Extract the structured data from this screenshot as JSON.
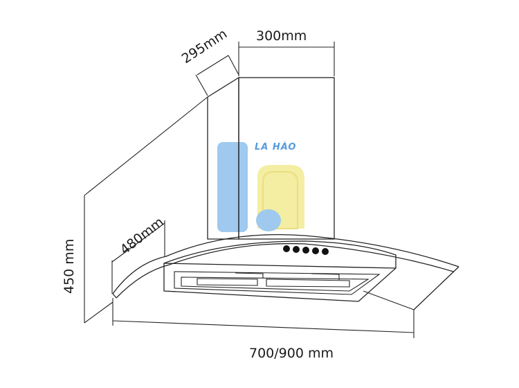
{
  "dimensions": {
    "depth_top": "295mm",
    "width_top": "300mm",
    "hood_depth": "480mm",
    "height": "450 mm",
    "width_bottom": "700/900 mm"
  },
  "watermark": {
    "text": "LA HÀO",
    "colors": {
      "blue": "#8fc0ec",
      "yellow": "#f3ec93",
      "text": "#3a8ad8"
    }
  },
  "control_buttons": {
    "count": 5
  }
}
